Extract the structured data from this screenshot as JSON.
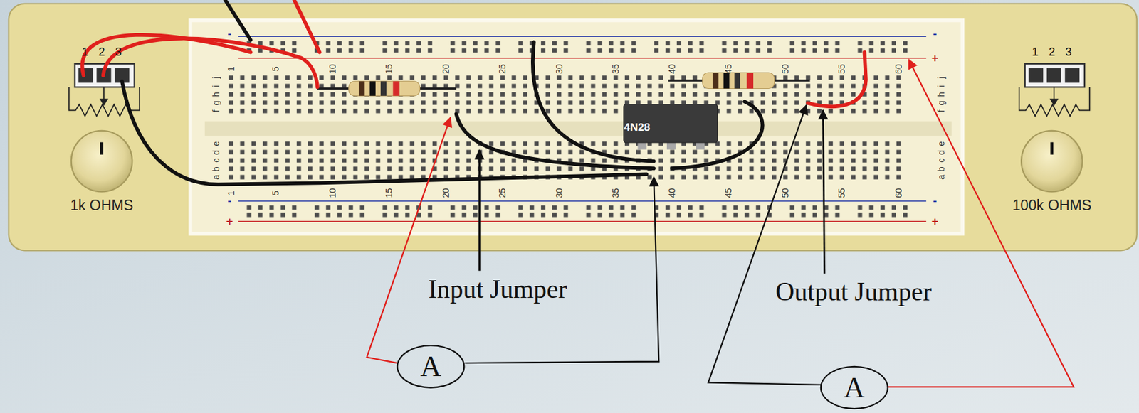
{
  "diagram": {
    "nodes": [
      {
        "text": [
          "4N28"
        ]
      },
      {
        "text": [
          "A"
        ]
      },
      {
        "text": [
          "A"
        ]
      }
    ],
    "labels": [
      "1",
      "2",
      "3",
      "1",
      "2",
      "3",
      "1k OHMS",
      "100k OHMS",
      "1",
      "5",
      "10",
      "15",
      "20",
      "25",
      "30",
      "35",
      "40",
      "45",
      "50",
      "55",
      "60",
      "f",
      "g",
      "h",
      "i",
      "j",
      "f",
      "g",
      "h",
      "i",
      "j",
      "a",
      "b",
      "c",
      "d",
      "e",
      "a",
      "b",
      "c",
      "d",
      "e",
      "1",
      "5",
      "10",
      "15",
      "20",
      "25",
      "30",
      "35",
      "40",
      "45",
      "50",
      "55",
      "60",
      "-",
      "-",
      "+",
      "-",
      "+",
      "-",
      "+",
      "Input Jumper",
      "Output Jumper"
    ]
  }
}
